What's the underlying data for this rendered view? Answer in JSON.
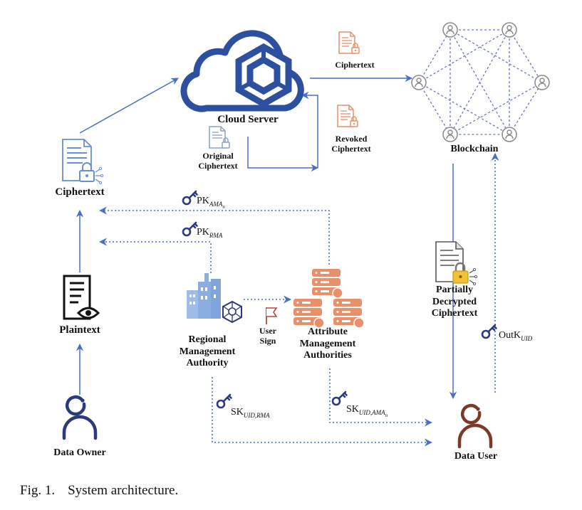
{
  "nodes": {
    "cloud_server": "Cloud  Server",
    "blockchain": "Blockchain",
    "ciphertext": "Ciphertext",
    "plaintext": "Plaintext",
    "data_owner": "Data Owner",
    "regional_ma": "Regional\nManagement\nAuthority",
    "attribute_ma": "Attribute\nManagement\nAuthorities",
    "partially_decrypted": "Partially\nDecrypted\nCiphertext",
    "data_user": "Data User"
  },
  "edge_labels": {
    "ciphertext_to_chain": "Ciphertext",
    "original_ciphertext": "Original\nCiphertext",
    "revoked_ciphertext": "Revoked\nCiphertext",
    "user_sign": "User\nSign"
  },
  "keys": {
    "pk_ama": {
      "main": "PK",
      "sub": "AMA",
      "subsub": "n"
    },
    "pk_rma": {
      "main": "PK",
      "sub": "RMA"
    },
    "sk_uid_rma": {
      "main": "SK",
      "sub": "UID,RMA"
    },
    "sk_uid_ama": {
      "main": "SK",
      "sub": "UID,AMA",
      "subsub": "n"
    },
    "outk_uid": {
      "main": "OutK",
      "sub": "UID"
    }
  },
  "caption": {
    "fig": "Fig. 1.",
    "text": "System architecture."
  },
  "colors": {
    "arrow": "#4a6fc4",
    "navy": "#2a3a7a",
    "orange": "#e8906a",
    "light_blue": "#8aaee0",
    "user_brown": "#7a3a28"
  },
  "icons": [
    "cloud-hexagon-icon",
    "document-lock-icon",
    "blockchain-network-icon",
    "document-eye-icon",
    "person-icon",
    "building-network-icon",
    "server-stack-icon",
    "flag-icon",
    "key-icon"
  ]
}
